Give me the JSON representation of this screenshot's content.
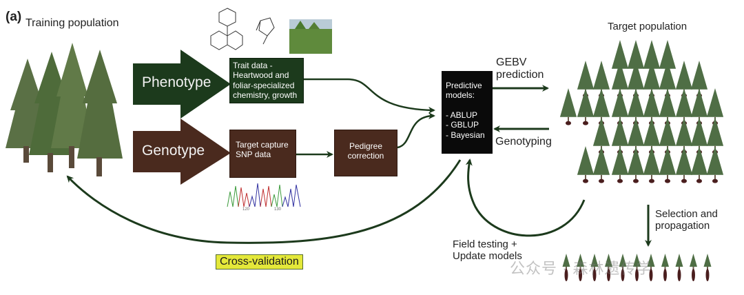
{
  "panel_label": "(a)",
  "training_population": {
    "title": "Training population"
  },
  "phenotype": {
    "arrow_label": "Phenotype",
    "trait_box": [
      "Trait data -",
      "Heartwood and",
      "foliar-specialized",
      "chemistry, growth"
    ]
  },
  "genotype": {
    "arrow_label": "Genotype",
    "snp_box": [
      "Target capture",
      "SNP data"
    ],
    "pedigree_box": [
      "Pedigree",
      "correction"
    ],
    "chromatogram_ticks": [
      "120",
      "130"
    ]
  },
  "predictive_models": {
    "lines": [
      "Predictive",
      "models:",
      "",
      "-  ABLUP",
      "- GBLUP",
      "- Bayesian"
    ]
  },
  "gebv_prediction": [
    "GEBV",
    "prediction"
  ],
  "genotyping": "Genotyping",
  "target_population": {
    "title": "Target population"
  },
  "selection": [
    "Selection and",
    "propagation"
  ],
  "field_testing": [
    "Field testing +",
    "Update models"
  ],
  "cross_validation": "Cross-validation",
  "watermark": "公众号 · 森林遗传学",
  "colors": {
    "dark_green": "#1c3a1c",
    "brown": "#4a2a1e",
    "black": "#0a0a0a",
    "highlight_yellow": "#e4e83a",
    "tree_green": "#4e6b3a"
  }
}
